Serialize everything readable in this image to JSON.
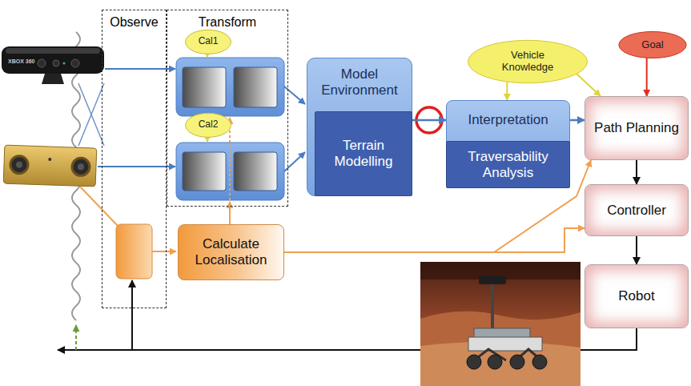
{
  "diagram": {
    "nodes": [
      {
        "text": [
          "Observe"
        ]
      },
      {
        "text": [
          "Transform"
        ]
      },
      {
        "text": [
          "Cal1"
        ],
        "in": 1
      },
      {
        "text": [
          "Cal2"
        ],
        "in": 1
      },
      {
        "text": [
          "Calculate Localisation"
        ]
      },
      {
        "text": [
          "Model Environment"
        ]
      },
      {
        "text": [
          "Terrain Modelling"
        ],
        "in": 5
      },
      {
        "text": [
          "Vehicle Knowledge"
        ]
      },
      {
        "text": [
          "Interpretation"
        ]
      },
      {
        "text": [
          "Traversability Analysis"
        ],
        "in": 8
      },
      {
        "text": [
          "Goal"
        ]
      },
      {
        "text": [
          "Path Planning"
        ]
      },
      {
        "text": [
          "Controller"
        ]
      },
      {
        "text": [
          "Robot"
        ]
      }
    ],
    "edges": [
      {
        "from": 5,
        "to": 8,
        "arrow": "to"
      },
      {
        "from": 7,
        "to": 8,
        "arrow": "to"
      },
      {
        "from": 7,
        "to": 11,
        "arrow": "to"
      },
      {
        "from": 10,
        "to": 11,
        "arrow": "to"
      },
      {
        "from": 8,
        "to": 11,
        "arrow": "to"
      },
      {
        "from": 11,
        "to": 12,
        "arrow": "to"
      },
      {
        "from": 12,
        "to": 13,
        "arrow": "to"
      },
      {
        "from": 4,
        "to": 12,
        "arrow": "to"
      },
      {
        "from": 4,
        "to": 11,
        "arrow": "to"
      }
    ],
    "labels": [
      "XBOX 360"
    ]
  }
}
